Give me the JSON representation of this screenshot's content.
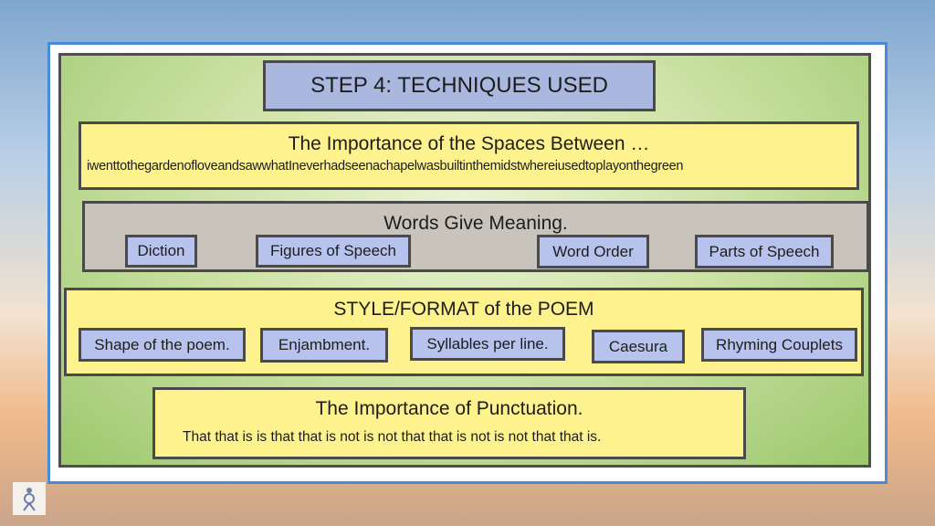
{
  "step_title": "STEP 4: TECHNIQUES USED",
  "spaces": {
    "heading": "The Importance of the Spaces Between …",
    "text": "iwenttothegardenofloveandsawwhatIneverhadseenachapelwasbuiltinthemidstwhereiusedtoplayonthegreen"
  },
  "words": {
    "heading": "Words Give Meaning.",
    "chips": [
      "Diction",
      "Figures of Speech",
      "Word Order",
      "Parts of Speech"
    ]
  },
  "style": {
    "heading": "STYLE/FORMAT of the POEM",
    "chips": [
      "Shape of the poem.",
      "Enjambment.",
      "Syllables per line.",
      "Caesura",
      "Rhyming Couplets"
    ]
  },
  "punctuation": {
    "heading": "The Importance of Punctuation.",
    "text": "That that is is that that is not is not that that is not is not that that is."
  },
  "colors": {
    "title_fill": "#aab8e0",
    "yellow_fill": "#fdf28e",
    "chip_fill": "#b7c3ec",
    "panel_green": "#9cc86d",
    "frame_blue": "#4a8bd8"
  },
  "logo_icon": "figure-logo-icon"
}
